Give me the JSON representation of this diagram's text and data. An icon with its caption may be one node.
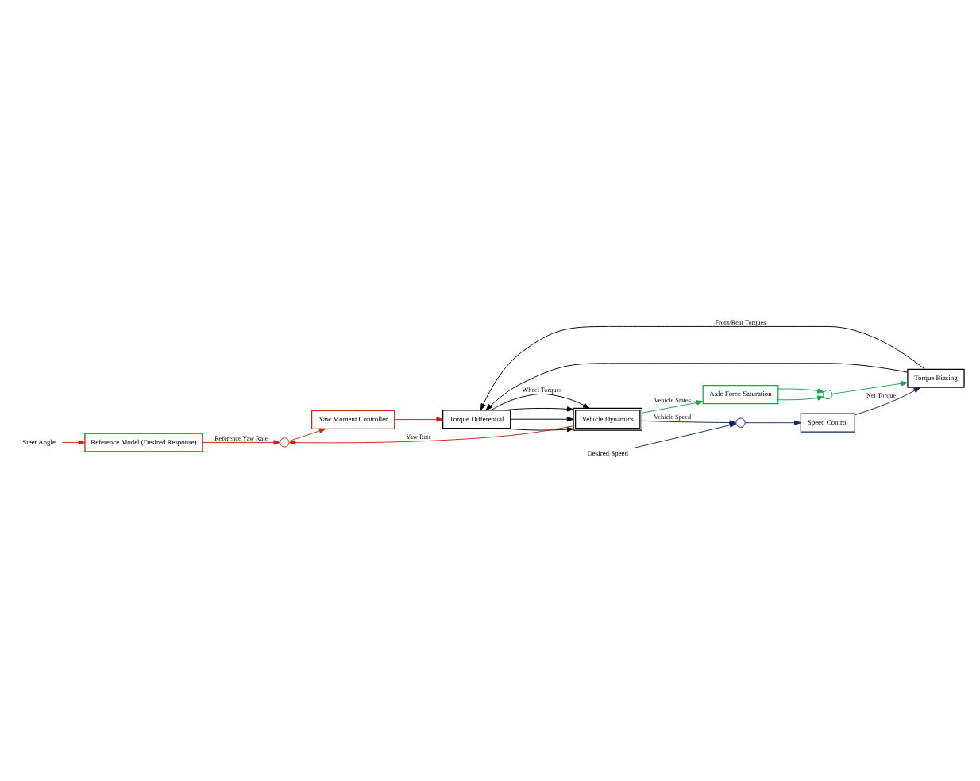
{
  "diagram": {
    "nodes": [
      {
        "text": [
          "Steer Angle"
        ]
      },
      {
        "text": [
          "Reference Model (Desired Response)"
        ]
      },
      {
        "text": [],
        "shape": "circle"
      },
      {
        "text": [
          "Yaw Moment Controller"
        ]
      },
      {
        "text": [
          "Torque Biasing"
        ]
      },
      {
        "text": [
          "Torque Differential"
        ]
      },
      {
        "text": [
          "Vehicle Dynamics"
        ]
      },
      {
        "text": [
          "Speed Control"
        ]
      },
      {
        "text": [
          "Axle Force Saturation"
        ]
      },
      {
        "text": [],
        "shape": "circle"
      },
      {
        "text": [],
        "shape": "circle"
      },
      {
        "text": [
          "Desired Speed"
        ]
      }
    ],
    "edges": [
      {
        "from": 0,
        "to": 1,
        "arrow": "to",
        "color": "#c8210f"
      },
      {
        "from": 1,
        "to": 2,
        "arrow": "to",
        "label": "Reference Yaw Rate",
        "color": "#c8210f"
      },
      {
        "from": 6,
        "to": 2,
        "arrow": "to",
        "label": "Yaw Rate",
        "color": "#c8210f"
      },
      {
        "from": 2,
        "to": 3,
        "arrow": "to",
        "color": "#c8210f"
      },
      {
        "from": 3,
        "to": 5,
        "arrow": "to",
        "color": "#c8210f"
      },
      {
        "from": 4,
        "to": 5,
        "arrow": "to",
        "label": "Front/Rear Torques"
      },
      {
        "from": 4,
        "to": 5,
        "arrow": "to"
      },
      {
        "from": 5,
        "to": 6,
        "arrow": "to",
        "label": "Wheel Torques"
      },
      {
        "from": 5,
        "to": 6,
        "arrow": "to"
      },
      {
        "from": 5,
        "to": 6,
        "arrow": "to"
      },
      {
        "from": 5,
        "to": 6,
        "arrow": "to"
      },
      {
        "from": 6,
        "to": 8,
        "arrow": "to",
        "label": "Vehicle States",
        "color": "#10a84a"
      },
      {
        "from": 8,
        "to": 9,
        "arrow": "to",
        "color": "#10a84a"
      },
      {
        "from": 8,
        "to": 9,
        "arrow": "to",
        "color": "#10a84a"
      },
      {
        "from": 9,
        "to": 4,
        "arrow": "to",
        "color": "#10a84a"
      },
      {
        "from": 6,
        "to": 10,
        "arrow": "to",
        "label": "Vehicle Speed",
        "color": "#0d2466"
      },
      {
        "from": 11,
        "to": 10,
        "arrow": "to",
        "color": "#0d2466"
      },
      {
        "from": 10,
        "to": 7,
        "arrow": "to",
        "color": "#0d2466"
      },
      {
        "from": 7,
        "to": 4,
        "arrow": "to",
        "label": "Net Torque",
        "color": "#0d2466"
      }
    ]
  }
}
